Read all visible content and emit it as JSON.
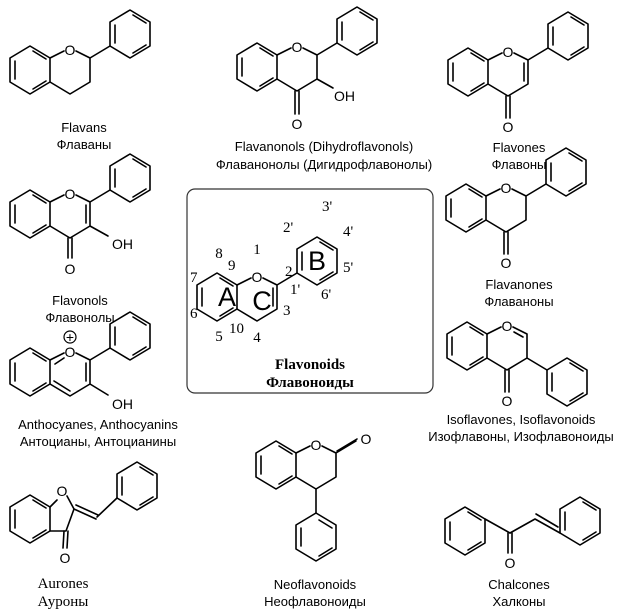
{
  "compounds": {
    "flavans": {
      "name_en": "Flavans",
      "name_ru": "Флаваны"
    },
    "flavanonols": {
      "name_en": "Flavanonols (Dihydroflavonols)",
      "name_ru": "Флаванонолы (Дигидрофлавонолы)",
      "oh": "OH"
    },
    "flavones": {
      "name_en": "Flavones",
      "name_ru": "Флавоны"
    },
    "flavonols": {
      "name_en": "Flavonols",
      "name_ru": "Флавонолы",
      "oh": "OH"
    },
    "flavanones": {
      "name_en": "Flavanones",
      "name_ru": "Флаваноны"
    },
    "anthocyanes": {
      "name_en": "Anthocyanes, Anthocyanins",
      "name_ru": "Антоцианы, Антоцианины",
      "oh": "OH",
      "charge": "+"
    },
    "isoflavones": {
      "name_en": "Isoflavones, Isoflavonoids",
      "name_ru": "Изофлавоны, Изофлавоноиды"
    },
    "aurones": {
      "name_en": "Aurones",
      "name_ru": "Ауроны"
    },
    "neoflavonoids": {
      "name_en": "Neoflavonoids",
      "name_ru": "Неофлавоноиды"
    },
    "chalcones": {
      "name_en": "Chalcones",
      "name_ru": "Халконы"
    }
  },
  "core": {
    "title_en": "Flavonoids",
    "title_ru": "Флавоноиды",
    "ring_a": "A",
    "ring_b": "B",
    "ring_c": "C",
    "positions": {
      "p1": "1",
      "p2": "2",
      "p3": "3",
      "p4": "4",
      "p5": "5",
      "p6": "6",
      "p7": "7",
      "p8": "8",
      "p9": "9",
      "p10": "10",
      "p1p": "1'",
      "p2p": "2'",
      "p3p": "3'",
      "p4p": "4'",
      "p5p": "5'",
      "p6p": "6'"
    }
  },
  "atoms": {
    "oxygen": "O"
  }
}
